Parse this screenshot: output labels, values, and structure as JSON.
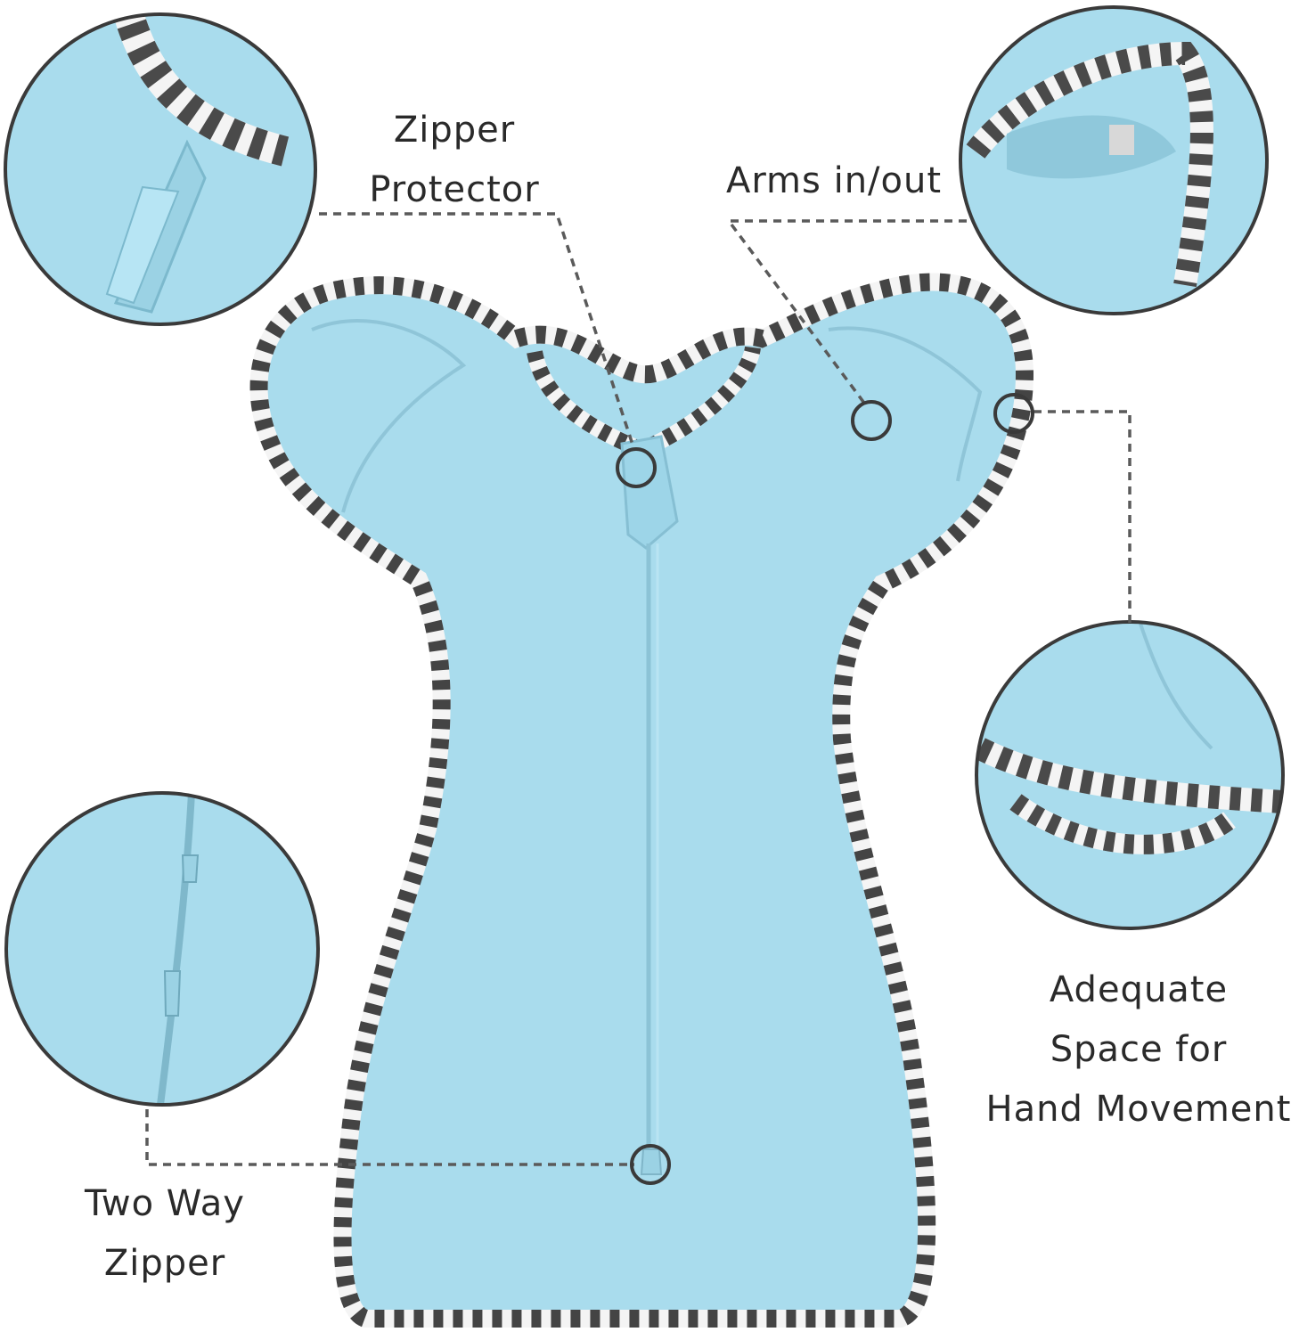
{
  "labels": {
    "zipper_protector": [
      "Zipper",
      "Protector"
    ],
    "arms": [
      "Arms in/out"
    ],
    "adequate_space": [
      "Adequate",
      "Space for",
      "Hand Movement"
    ],
    "two_way_zipper": [
      "Two Way",
      "Zipper"
    ]
  },
  "colors": {
    "fabric": "#a9dced",
    "fabric_shade": "#98d0e3",
    "stripe_dark": "#444444",
    "stripe_light": "#f4f4f4",
    "circle_stroke": "#3a3a3a",
    "leader_line": "#5a5a5a",
    "text": "#2a2a2a"
  },
  "callouts": {
    "zipper_protector_detail": "zipper-protector-closeup",
    "arms_detail": "arm-opening-closeup",
    "space_detail": "hand-space-closeup",
    "two_way_detail": "two-way-zipper-closeup"
  }
}
